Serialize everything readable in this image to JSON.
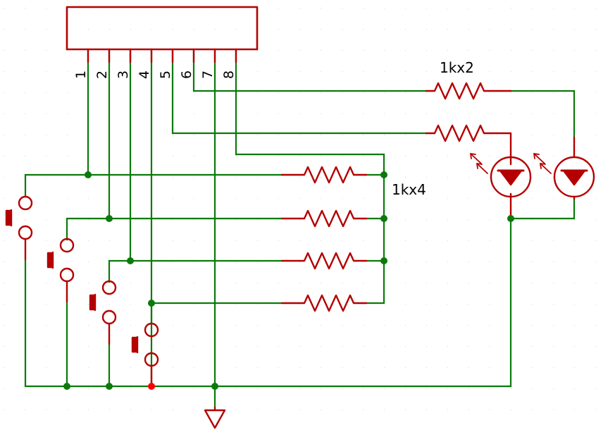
{
  "header": {
    "pin_labels": [
      "1",
      "2",
      "3",
      "4",
      "5",
      "6",
      "7",
      "8"
    ]
  },
  "labels": {
    "resistor_pair": "1kx2",
    "resistor_quad": "1kx4"
  },
  "colors": {
    "background": "#ffffff",
    "grid_dot": "#c8c8c8",
    "wire": "#0a7a0a",
    "component": "#b40000",
    "junction": "#0a7a0a",
    "junction_alert": "#ff0000",
    "text": "#000000"
  },
  "icons": [
    "header-connector-icon",
    "resistor-icon",
    "led-icon",
    "pushbutton-icon",
    "ground-icon"
  ]
}
